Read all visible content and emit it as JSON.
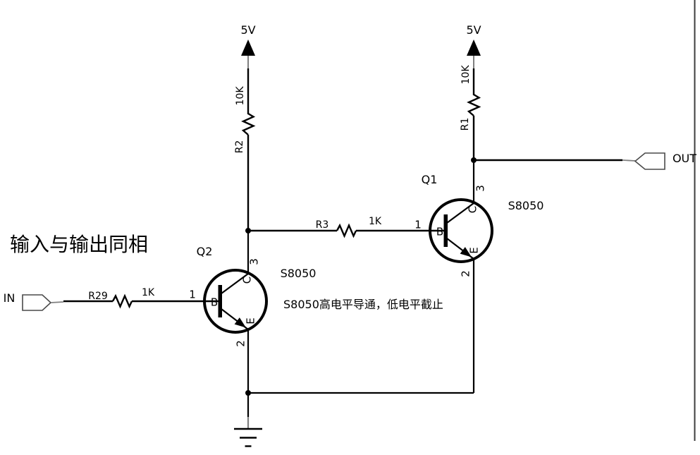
{
  "notes": {
    "phase": "输入与输出同相",
    "behavior": "S8050高电平导通，低电平截止"
  },
  "power": {
    "label": "5V"
  },
  "connectors": {
    "in": "IN",
    "out": "OUT"
  },
  "resistors": {
    "r1": {
      "ref": "R1",
      "value": "10K"
    },
    "r2": {
      "ref": "R2",
      "value": "10K"
    },
    "r3": {
      "ref": "R3",
      "value": "1K"
    },
    "r29": {
      "ref": "R29",
      "value": "1K"
    }
  },
  "transistors": {
    "q1": {
      "ref": "Q1",
      "part": "S8050",
      "pins": {
        "base": "B",
        "collector": "C",
        "emitter": "E",
        "base_number": "1",
        "collector_number": "3",
        "emitter_number": "2"
      }
    },
    "q2": {
      "ref": "Q2",
      "part": "S8050",
      "pins": {
        "base": "B",
        "collector": "C",
        "emitter": "E",
        "base_number": "1",
        "collector_number": "3",
        "emitter_number": "2"
      }
    }
  },
  "colors": {
    "wire": "#000000",
    "pin_stub": "#7f7f7f",
    "connector_outline": "#4a4a4a",
    "page_border": "#3e3e3e",
    "background": "#ffffff"
  }
}
